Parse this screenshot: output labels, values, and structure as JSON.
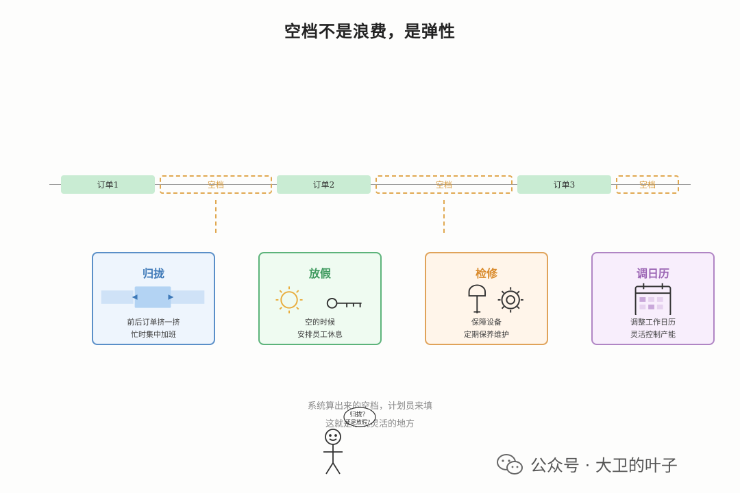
{
  "title": "空档不是浪费，是弹性",
  "timeline": {
    "segments": [
      {
        "type": "order",
        "label": "订单1"
      },
      {
        "type": "idle",
        "label": "空档"
      },
      {
        "type": "order",
        "label": "订单2"
      },
      {
        "type": "idle",
        "label": "空档"
      },
      {
        "type": "order",
        "label": "订单3"
      },
      {
        "type": "idle",
        "label": "空档"
      }
    ]
  },
  "cards": [
    {
      "title": "归拢",
      "line1": "前后订单挤一挤",
      "line2": "忙时集中加班",
      "icon": "squeeze-arrows-icon",
      "color": "#5a8fc8"
    },
    {
      "title": "放假",
      "line1": "空的时候",
      "line2": "安排员工休息",
      "icon": "sun-key-icon",
      "color": "#5cb37a"
    },
    {
      "title": "检修",
      "line1": "保障设备",
      "line2": "定期保养维护",
      "icon": "wrench-gear-icon",
      "color": "#e0a35a"
    },
    {
      "title": "调日历",
      "line1": "调整工作日历",
      "line2": "灵活控制产能",
      "icon": "calendar-icon",
      "color": "#b085c4"
    }
  ],
  "note": {
    "line1": "系统算出来的空档，计划员来填",
    "line2": "这就是系统灵活的地方",
    "bubble1": "归拢?",
    "bubble2": "还是放假?"
  },
  "watermark": "公众号 · 大卫的叶子"
}
